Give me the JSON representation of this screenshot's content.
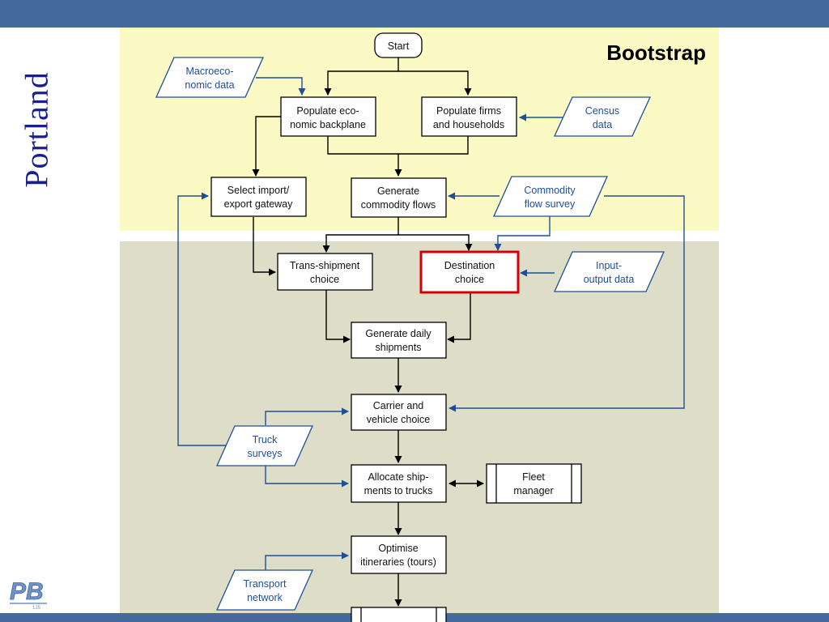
{
  "slide": {
    "side_title": "Portland",
    "section_title": "Bootstrap",
    "logo_text": "PB",
    "logo_subtext": "125"
  },
  "nodes": {
    "start": "Start",
    "macroeconomic_data": [
      "Macroeco-",
      "nomic data"
    ],
    "populate_economic_backplane": [
      "Populate eco-",
      "nomic backplane"
    ],
    "populate_firms_households": [
      "Populate firms",
      "and households"
    ],
    "census_data": [
      "Census",
      "data"
    ],
    "select_gateway": [
      "Select import/",
      "export gateway"
    ],
    "generate_commodity_flows": [
      "Generate",
      "commodity flows"
    ],
    "commodity_flow_survey": [
      "Commodity",
      "flow survey"
    ],
    "transshipment_choice": [
      "Trans-shipment",
      "choice"
    ],
    "destination_choice": [
      "Destination",
      "choice"
    ],
    "input_output_data": [
      "Input-",
      "output data"
    ],
    "generate_daily_shipments": [
      "Generate daily",
      "shipments"
    ],
    "carrier_vehicle_choice": [
      "Carrier and",
      "vehicle choice"
    ],
    "truck_surveys": [
      "Truck",
      "surveys"
    ],
    "allocate_shipments": [
      "Allocate ship-",
      "ments to trucks"
    ],
    "fleet_manager": [
      "Fleet",
      "manager"
    ],
    "optimise_itineraries": [
      "Optimise",
      "itineraries (tours)"
    ],
    "transport_network": [
      "Transport",
      "network"
    ]
  },
  "colors": {
    "header_bar": "#46699e",
    "bootstrap_bg": "#fbfac4",
    "lower_bg": "#dedec8",
    "highlight": "#d40000",
    "data_text": "#1e4f96",
    "side_title": "#1b1f8c"
  }
}
